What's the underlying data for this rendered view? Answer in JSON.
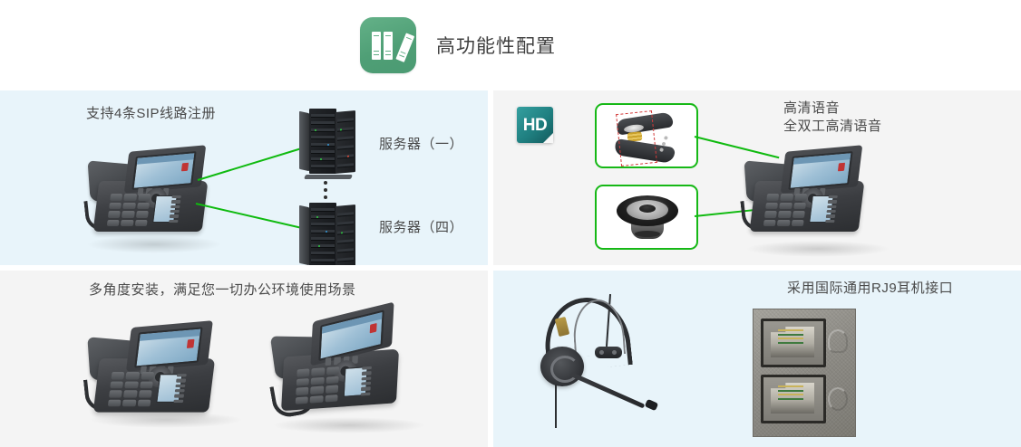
{
  "header": {
    "icon_name": "books-icon",
    "title": "高功能性配置",
    "icon_color": "#4f9f76",
    "title_color": "#3f3f3f"
  },
  "theme": {
    "panel_blue": "#e8f4fa",
    "panel_grey": "#f4f4f4",
    "accent_green": "#0fba0f",
    "box_border_green": "#16b816",
    "hd_badge_teal": "#1f7f80",
    "text_color": "#4a4a4a"
  },
  "panels": [
    {
      "id": "sip-lines",
      "position": "top-left",
      "background": "#e8f4fa",
      "title": "支持4条SIP线路注册",
      "device_name": "ip-phone",
      "servers": [
        {
          "label": "服务器（一）"
        },
        {
          "label": "服务器（四）"
        }
      ],
      "continuation_marker": "vertical-dots",
      "connector_color": "#0fba0f"
    },
    {
      "id": "hd-voice",
      "position": "top-right",
      "background": "#f4f4f4",
      "badge_text": "HD",
      "title_line1": "高清语音",
      "title_line2": "全双工高清语音",
      "callouts": [
        {
          "name": "handset-exploded-view"
        },
        {
          "name": "speaker-driver"
        }
      ],
      "connector_color": "#0fba0f"
    },
    {
      "id": "multi-angle-mount",
      "position": "bottom-left",
      "background": "#f4f4f4",
      "title": "多角度安装，满足您一切办公环境使用场景",
      "devices": [
        {
          "name": "ip-phone-low-angle"
        },
        {
          "name": "ip-phone-high-angle"
        }
      ]
    },
    {
      "id": "rj9-headset-port",
      "position": "bottom-right",
      "background": "#e8f4fa",
      "title": "采用国际通用RJ9耳机接口",
      "devices": [
        {
          "name": "headset"
        },
        {
          "name": "rj9-jack-photo"
        }
      ]
    }
  ]
}
